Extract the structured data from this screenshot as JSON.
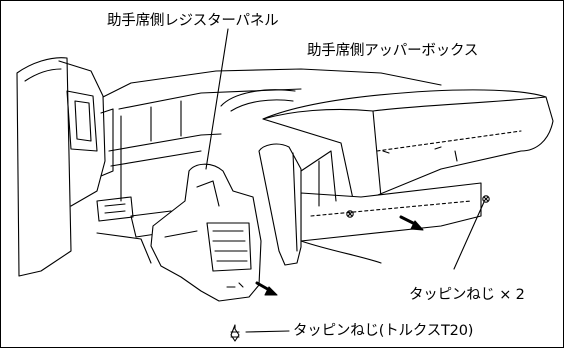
{
  "figure": {
    "labels": {
      "register_panel": "助手席側レジスターパネル",
      "upper_box": "助手席側アッパーボックス",
      "tapping_screw_x2": "タッピンねじ × 2",
      "tapping_screw_torx": "タッピンねじ(トルクスT20)"
    }
  }
}
